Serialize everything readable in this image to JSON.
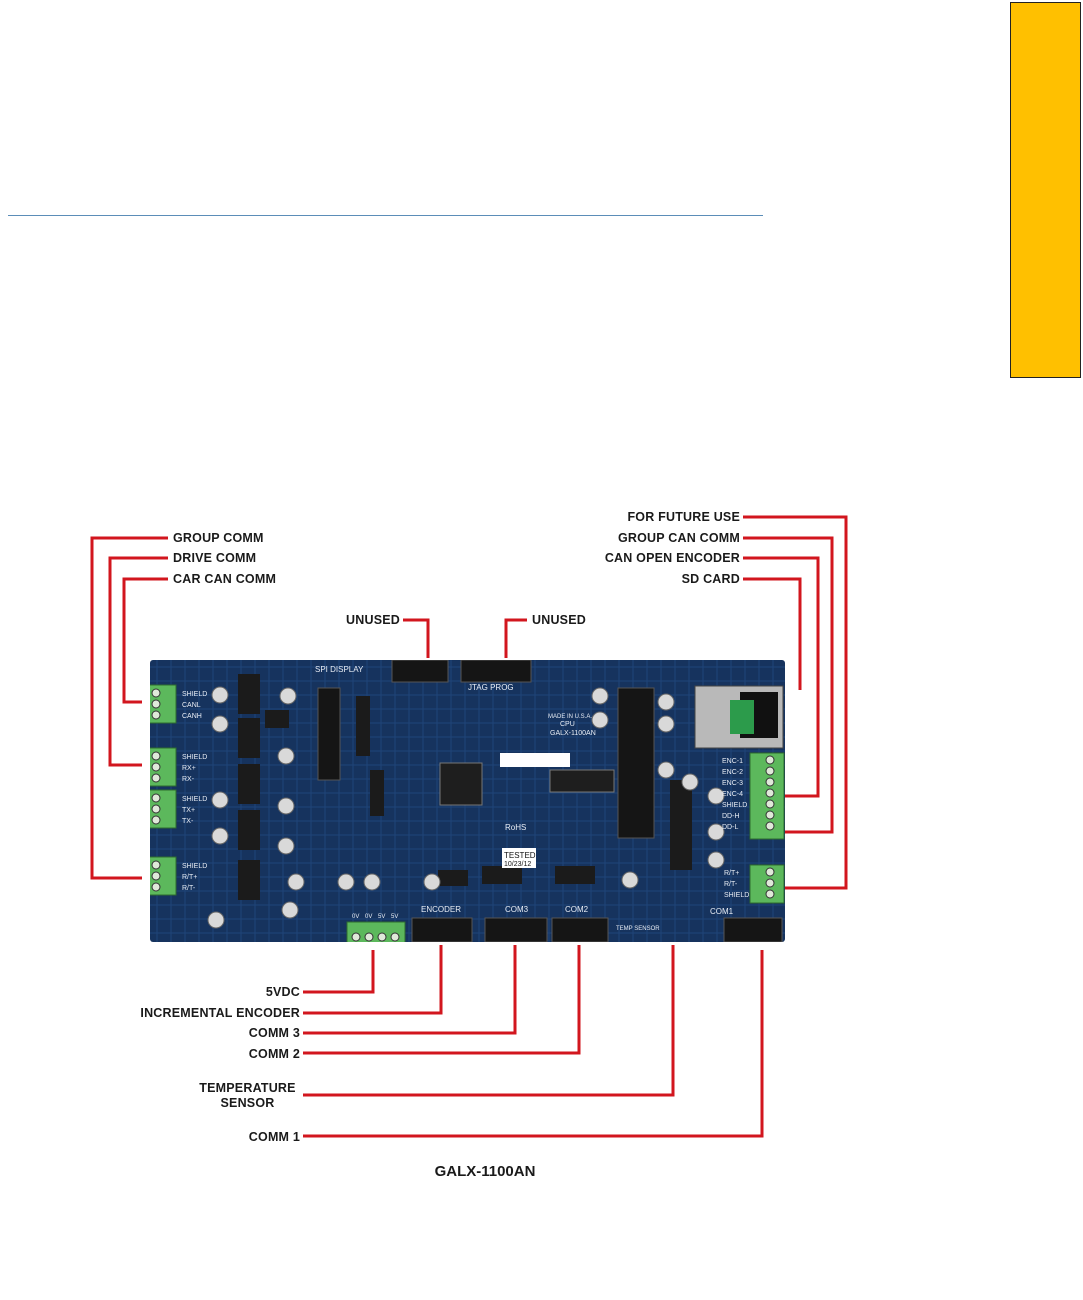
{
  "page": {
    "tab_color": "#ffc000",
    "rule_color": "#5b8db8",
    "leader_color": "#d2161e"
  },
  "labels": {
    "group_comm": "GROUP COMM",
    "drive_comm": "DRIVE COMM",
    "car_can_comm": "CAR CAN COMM",
    "unused_left": "UNUSED",
    "unused_right": "UNUSED",
    "for_future_use": "FOR FUTURE USE",
    "group_can_comm": "GROUP CAN COMM",
    "can_open_encoder": "CAN OPEN ENCODER",
    "sd_card": "SD CARD",
    "v5dc": "5VDC",
    "incremental_encoder": "INCREMENTAL ENCODER",
    "comm3": "COMM 3",
    "comm2": "COMM 2",
    "temperature_sensor_1": "TEMPERATURE",
    "temperature_sensor_2": "SENSOR",
    "comm1": "COMM 1"
  },
  "board": {
    "silkscreen": {
      "spi_display": "SPI DISPLAY",
      "jtag_prog": "JTAG PROG",
      "cpu": "CPU",
      "model": "GALX-1100AN",
      "made_in": "MADE IN U.S.A.",
      "rohs": "RoHS",
      "tested": "TESTED",
      "tested_date": "10/23/12",
      "encoder": "ENCODER",
      "com3": "COM3",
      "com2": "COM2",
      "com1": "COM1",
      "temp_sensor": "TEMP SENSOR",
      "left_pins_a": [
        "SHIELD",
        "CANL",
        "CANH"
      ],
      "left_pins_b": [
        "SHIELD",
        "RX+",
        "RX-"
      ],
      "left_pins_c": [
        "SHIELD",
        "TX+",
        "TX-"
      ],
      "left_pins_d": [
        "SHIELD",
        "R/T+",
        "R/T-"
      ],
      "right_pins_a": [
        "ENC-1",
        "ENC-2",
        "ENC-3",
        "ENC-4",
        "SHIELD",
        "DD-H",
        "DD-L"
      ],
      "right_pins_b": [
        "R/T+",
        "R/T-",
        "SHIELD"
      ],
      "power_pins": [
        "0V",
        "0V",
        "5V",
        "5V"
      ]
    }
  },
  "caption": "GALX-1100AN"
}
